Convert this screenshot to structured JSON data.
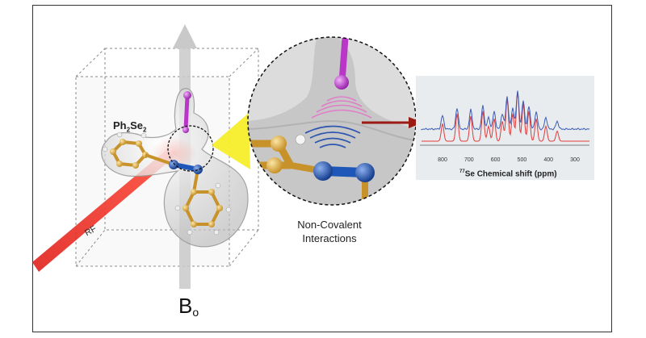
{
  "labels": {
    "molecule": "Ph",
    "molecule_sub1": "2",
    "molecule_mid": "Se",
    "molecule_sub2": "2",
    "rf": "RF",
    "field": "B",
    "field_sub": "o",
    "interaction_line1": "Non-Covalent",
    "interaction_line2": "Interactions"
  },
  "spectrum": {
    "axis_title_sup": "77",
    "axis_title": "Se Chemical shift (ppm)",
    "ticks": [
      "800",
      "700",
      "600",
      "500",
      "400",
      "300"
    ],
    "series_colors": {
      "experimental": "#3b5bb5",
      "simulated": "#e23a3a"
    }
  },
  "colors": {
    "rf_beam": "#e0201a",
    "arrow": "#9a1a14",
    "carbon": "#d9a82e",
    "selenium": "#1f57b8",
    "probe": "#b936c9",
    "field_arrow": "#c9c9c9"
  }
}
